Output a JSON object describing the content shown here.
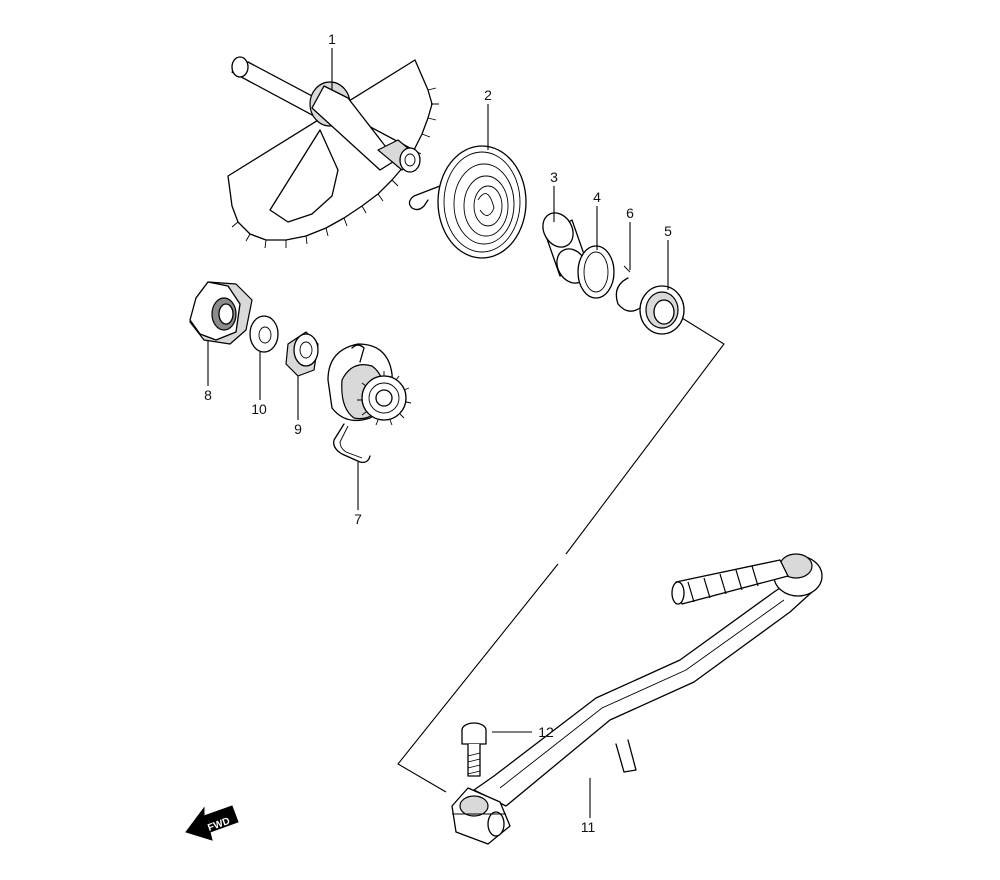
{
  "fwd_label": "FWD",
  "callouts": [
    {
      "number": "1",
      "part": "kick-starter-shaft"
    },
    {
      "number": "2",
      "part": "kick-starter-spring"
    },
    {
      "number": "3",
      "part": "spring-guide"
    },
    {
      "number": "4",
      "part": "washer"
    },
    {
      "number": "5",
      "part": "oil-seal"
    },
    {
      "number": "6",
      "part": "circlip"
    },
    {
      "number": "7",
      "part": "kick-starter-gear"
    },
    {
      "number": "8",
      "part": "nut"
    },
    {
      "number": "9",
      "part": "bushing"
    },
    {
      "number": "10",
      "part": "washer"
    },
    {
      "number": "11",
      "part": "kick-starter-lever"
    },
    {
      "number": "12",
      "part": "bolt"
    }
  ]
}
